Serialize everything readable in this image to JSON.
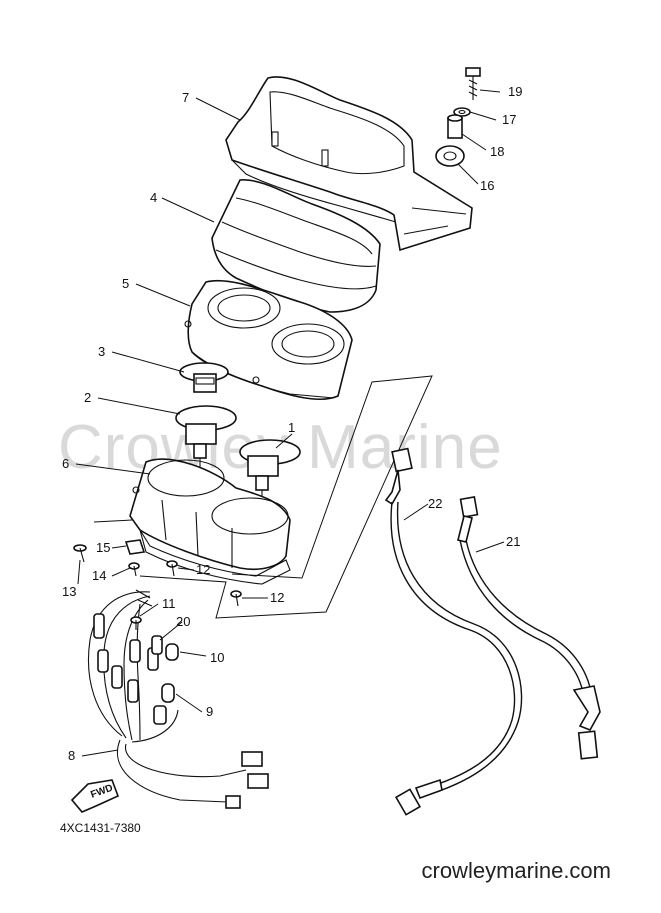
{
  "watermark_text": "Crowley Marine",
  "drawing_code": "4XC1431-7380",
  "footer_site": "crowleymarine.com",
  "fwd_label": "FWD",
  "callouts": [
    "1",
    "2",
    "3",
    "4",
    "5",
    "6",
    "7",
    "8",
    "9",
    "10",
    "11",
    "12",
    "12",
    "13",
    "14",
    "15",
    "16",
    "17",
    "18",
    "19",
    "20",
    "21",
    "22"
  ]
}
